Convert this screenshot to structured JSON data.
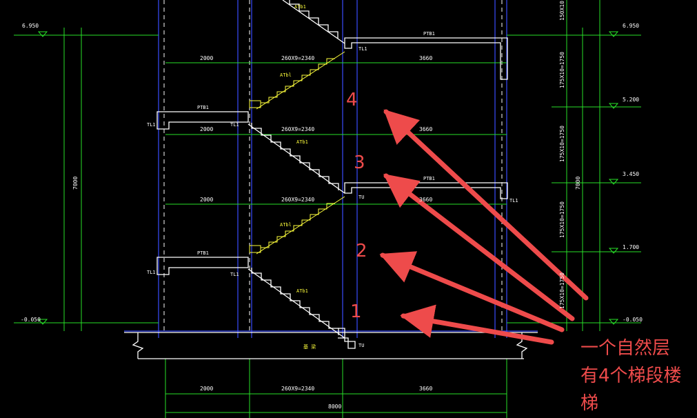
{
  "elevations": [
    "6.950",
    "5.200",
    "3.450",
    "1.700",
    "-0.050",
    "-0.050",
    "6.950"
  ],
  "total_height": "7000",
  "flight_dims": [
    "175X10=1750",
    "175X10=1750",
    "175X10=1750",
    "175X10=1750"
  ],
  "top_dim_partial": "150X10",
  "horizontal_dims": {
    "left": "2000",
    "middle": "260X9=2340",
    "right": "3660",
    "total": "8000"
  },
  "labels": {
    "platform_beam": "PTB1",
    "stair_beam": "TL1",
    "stair_beam_alt": "TU",
    "flight": "ATb1",
    "flight_alt": "ATbl",
    "ground": "基 梁"
  },
  "callouts": {
    "numbers": [
      "1",
      "2",
      "3",
      "4"
    ],
    "note_line1": "一个自然层",
    "note_line2": "有4个梯段楼",
    "note_line3": "梯"
  },
  "colors": {
    "background": "#000000",
    "dim": "#28e028",
    "axis": "#3a4cff",
    "structure": "#ffffff",
    "label": "#ffff3c",
    "annotation": "#ee4b4b"
  }
}
